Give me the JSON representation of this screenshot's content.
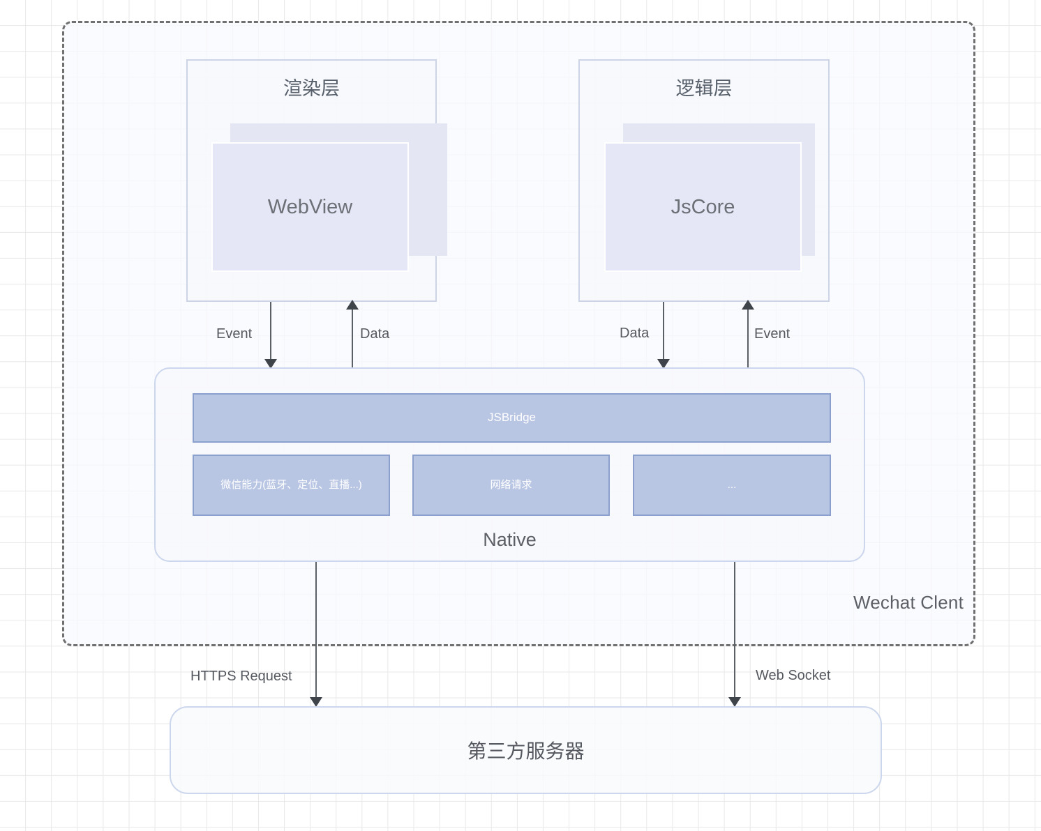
{
  "client": {
    "label": "Wechat Clent"
  },
  "layers": [
    {
      "title": "渲染层",
      "card": "WebView"
    },
    {
      "title": "逻辑层",
      "card": "JsCore"
    }
  ],
  "native": {
    "label": "Native",
    "bridge": "JSBridge",
    "capabilities": [
      "微信能力(蓝牙、定位、直播...)",
      "网络请求",
      "..."
    ]
  },
  "server": {
    "label": "第三方服务器"
  },
  "connections": {
    "render_event": "Event",
    "render_data": "Data",
    "logic_data": "Data",
    "logic_event": "Event",
    "https": "HTTPS Request",
    "websocket": "Web Socket"
  },
  "colors": {
    "accent_blue": "#b8c5e3",
    "accent_border": "#8ba0cc",
    "card_lavender": "#e6e7f6",
    "frame_border": "#707070",
    "grid_line": "#e8e8e8",
    "text_gray": "#55595f"
  }
}
